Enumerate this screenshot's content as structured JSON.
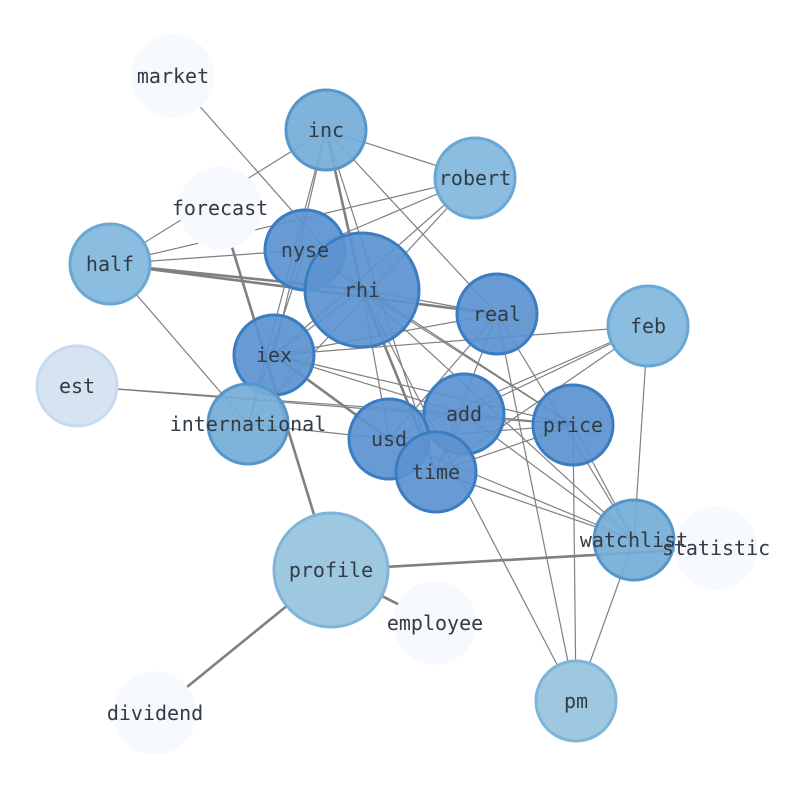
{
  "graph": {
    "palette": {
      "edge": "#808080",
      "label": "#333b44",
      "node_levels": {
        "1": {
          "fill": "#f6f9fd",
          "stroke": "#f6f9fd"
        },
        "2": {
          "fill": "#d6e4f2",
          "stroke": "#c7daee"
        },
        "3": {
          "fill": "#9ec7e0",
          "stroke": "#7fb5d8"
        },
        "4": {
          "fill": "#8abde0",
          "stroke": "#6aa8d4"
        },
        "5": {
          "fill": "#74acd6",
          "stroke": "#5696cb"
        },
        "6": {
          "fill": "#5b93cf",
          "stroke": "#3a7dc2"
        }
      }
    },
    "nodes": [
      {
        "id": "market",
        "label": "market",
        "level": 1
      },
      {
        "id": "inc",
        "label": "inc",
        "level": 5
      },
      {
        "id": "robert",
        "label": "robert",
        "level": 4
      },
      {
        "id": "forecast",
        "label": "forecast",
        "level": 1
      },
      {
        "id": "nyse",
        "label": "nyse",
        "level": 6
      },
      {
        "id": "half",
        "label": "half",
        "level": 4
      },
      {
        "id": "rhi",
        "label": "rhi",
        "level": 6
      },
      {
        "id": "real",
        "label": "real",
        "level": 6
      },
      {
        "id": "feb",
        "label": "feb",
        "level": 4
      },
      {
        "id": "iex",
        "label": "iex",
        "level": 6
      },
      {
        "id": "est",
        "label": "est",
        "level": 2
      },
      {
        "id": "add",
        "label": "add",
        "level": 6
      },
      {
        "id": "international",
        "label": "international",
        "level": 5
      },
      {
        "id": "usd",
        "label": "usd",
        "level": 6
      },
      {
        "id": "price",
        "label": "price",
        "level": 6
      },
      {
        "id": "time",
        "label": "time",
        "level": 6
      },
      {
        "id": "watchlist",
        "label": "watchlist",
        "level": 5
      },
      {
        "id": "statistic",
        "label": "statistic",
        "level": 1
      },
      {
        "id": "profile",
        "label": "profile",
        "level": 3
      },
      {
        "id": "employee",
        "label": "employee",
        "level": 1
      },
      {
        "id": "pm",
        "label": "pm",
        "level": 3
      },
      {
        "id": "dividend",
        "label": "dividend",
        "level": 1
      }
    ],
    "edges": [
      {
        "source": "market",
        "target": "rhi",
        "weight": 1
      },
      {
        "source": "inc",
        "target": "robert",
        "weight": 1
      },
      {
        "source": "inc",
        "target": "half",
        "weight": 1
      },
      {
        "source": "inc",
        "target": "rhi",
        "weight": 2
      },
      {
        "source": "inc",
        "target": "real",
        "weight": 1
      },
      {
        "source": "inc",
        "target": "iex",
        "weight": 1
      },
      {
        "source": "inc",
        "target": "international",
        "weight": 1
      },
      {
        "source": "inc",
        "target": "time",
        "weight": 1
      },
      {
        "source": "robert",
        "target": "half",
        "weight": 1
      },
      {
        "source": "robert",
        "target": "nyse",
        "weight": 1
      },
      {
        "source": "robert",
        "target": "iex",
        "weight": 1
      },
      {
        "source": "robert",
        "target": "international",
        "weight": 1
      },
      {
        "source": "forecast",
        "target": "profile",
        "weight": 2
      },
      {
        "source": "half",
        "target": "nyse",
        "weight": 1
      },
      {
        "source": "half",
        "target": "rhi",
        "weight": 2
      },
      {
        "source": "half",
        "target": "real",
        "weight": 2
      },
      {
        "source": "half",
        "target": "international",
        "weight": 1
      },
      {
        "source": "nyse",
        "target": "rhi",
        "weight": 1
      },
      {
        "source": "nyse",
        "target": "price",
        "weight": 1
      },
      {
        "source": "nyse",
        "target": "international",
        "weight": 1
      },
      {
        "source": "rhi",
        "target": "real",
        "weight": 1
      },
      {
        "source": "rhi",
        "target": "iex",
        "weight": 1
      },
      {
        "source": "rhi",
        "target": "usd",
        "weight": 1
      },
      {
        "source": "rhi",
        "target": "time",
        "weight": 2
      },
      {
        "source": "rhi",
        "target": "price",
        "weight": 1
      },
      {
        "source": "rhi",
        "target": "watchlist",
        "weight": 1
      },
      {
        "source": "rhi",
        "target": "pm",
        "weight": 1
      },
      {
        "source": "real",
        "target": "iex",
        "weight": 1
      },
      {
        "source": "real",
        "target": "usd",
        "weight": 1
      },
      {
        "source": "real",
        "target": "time",
        "weight": 1
      },
      {
        "source": "real",
        "target": "watchlist",
        "weight": 1
      },
      {
        "source": "real",
        "target": "pm",
        "weight": 1
      },
      {
        "source": "feb",
        "target": "add",
        "weight": 1
      },
      {
        "source": "feb",
        "target": "usd",
        "weight": 1
      },
      {
        "source": "feb",
        "target": "time",
        "weight": 1
      },
      {
        "source": "feb",
        "target": "watchlist",
        "weight": 1
      },
      {
        "source": "feb",
        "target": "iex",
        "weight": 1
      },
      {
        "source": "iex",
        "target": "usd",
        "weight": 2
      },
      {
        "source": "iex",
        "target": "add",
        "weight": 1
      },
      {
        "source": "iex",
        "target": "price",
        "weight": 1
      },
      {
        "source": "est",
        "target": "price",
        "weight": 1
      },
      {
        "source": "est",
        "target": "add",
        "weight": 1
      },
      {
        "source": "add",
        "target": "price",
        "weight": 1
      },
      {
        "source": "add",
        "target": "time",
        "weight": 1
      },
      {
        "source": "add",
        "target": "watchlist",
        "weight": 1
      },
      {
        "source": "international",
        "target": "usd",
        "weight": 1
      },
      {
        "source": "usd",
        "target": "price",
        "weight": 1
      },
      {
        "source": "usd",
        "target": "watchlist",
        "weight": 1
      },
      {
        "source": "price",
        "target": "time",
        "weight": 1
      },
      {
        "source": "price",
        "target": "watchlist",
        "weight": 1
      },
      {
        "source": "price",
        "target": "pm",
        "weight": 1
      },
      {
        "source": "time",
        "target": "watchlist",
        "weight": 1
      },
      {
        "source": "watchlist",
        "target": "pm",
        "weight": 1
      },
      {
        "source": "profile",
        "target": "statistic",
        "weight": 2
      },
      {
        "source": "profile",
        "target": "employee",
        "weight": 2
      },
      {
        "source": "profile",
        "target": "dividend",
        "weight": 2
      }
    ]
  }
}
